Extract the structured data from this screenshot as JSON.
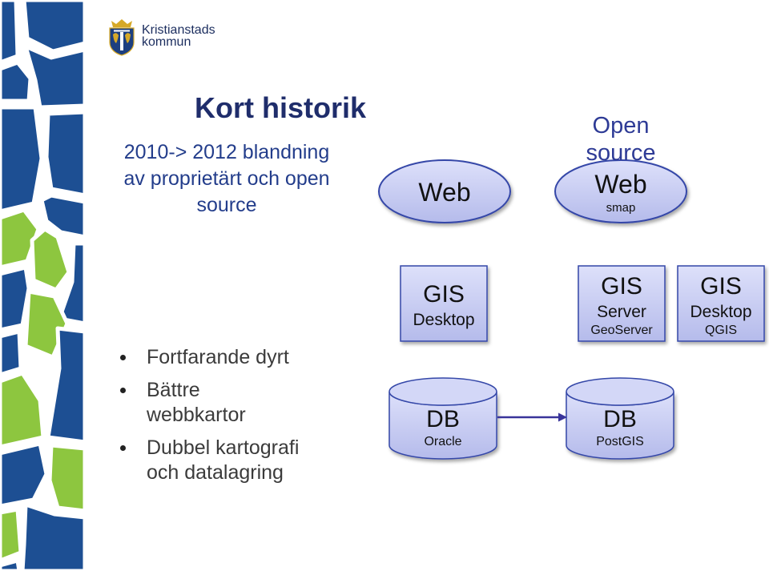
{
  "logo": {
    "icon": "coat-of-arms-icon",
    "line1": "Kristianstads",
    "line2": "kommun"
  },
  "title": "Kort historik",
  "intro": {
    "lines": [
      "2010-> 2012 blandning",
      "av proprietärt och open",
      "source"
    ]
  },
  "bullets": [
    {
      "lines": [
        "Fortfarande dyrt"
      ]
    },
    {
      "lines": [
        "Bättre",
        "webbkartor"
      ]
    },
    {
      "lines": [
        "Dubbel kartografi",
        "och datalagring"
      ]
    }
  ],
  "diagram": {
    "web_proprietary": {
      "label": "Web"
    },
    "open_source_caption": {
      "line1": "Open",
      "line2": "source"
    },
    "web_open_source": {
      "label": "Web",
      "product": "smap"
    },
    "gis_desktop": {
      "label": "GIS",
      "type": "Desktop"
    },
    "gis_server": {
      "label": "GIS",
      "type": "Server",
      "product": "GeoServer"
    },
    "gis_desktop_qgis": {
      "label": "GIS",
      "type": "Desktop",
      "product": "QGIS"
    },
    "db_oracle": {
      "label": "DB",
      "product": "Oracle"
    },
    "db_postgis": {
      "label": "DB",
      "product": "PostGIS"
    }
  },
  "colors": {
    "title": "#1f2d6b",
    "intro_text": "#233d8b",
    "bullet_text": "#3b3b3b",
    "logo_text": "#1b2d5e",
    "open_source_text": "#2e3b96",
    "mosaic_blue": "#1d4f93",
    "mosaic_green": "#8dc63f",
    "shape_fill_top": "#dde0fa",
    "shape_fill_bottom": "#b5bbeb",
    "shape_border": "#3447a8",
    "arrow": "#39349a"
  }
}
